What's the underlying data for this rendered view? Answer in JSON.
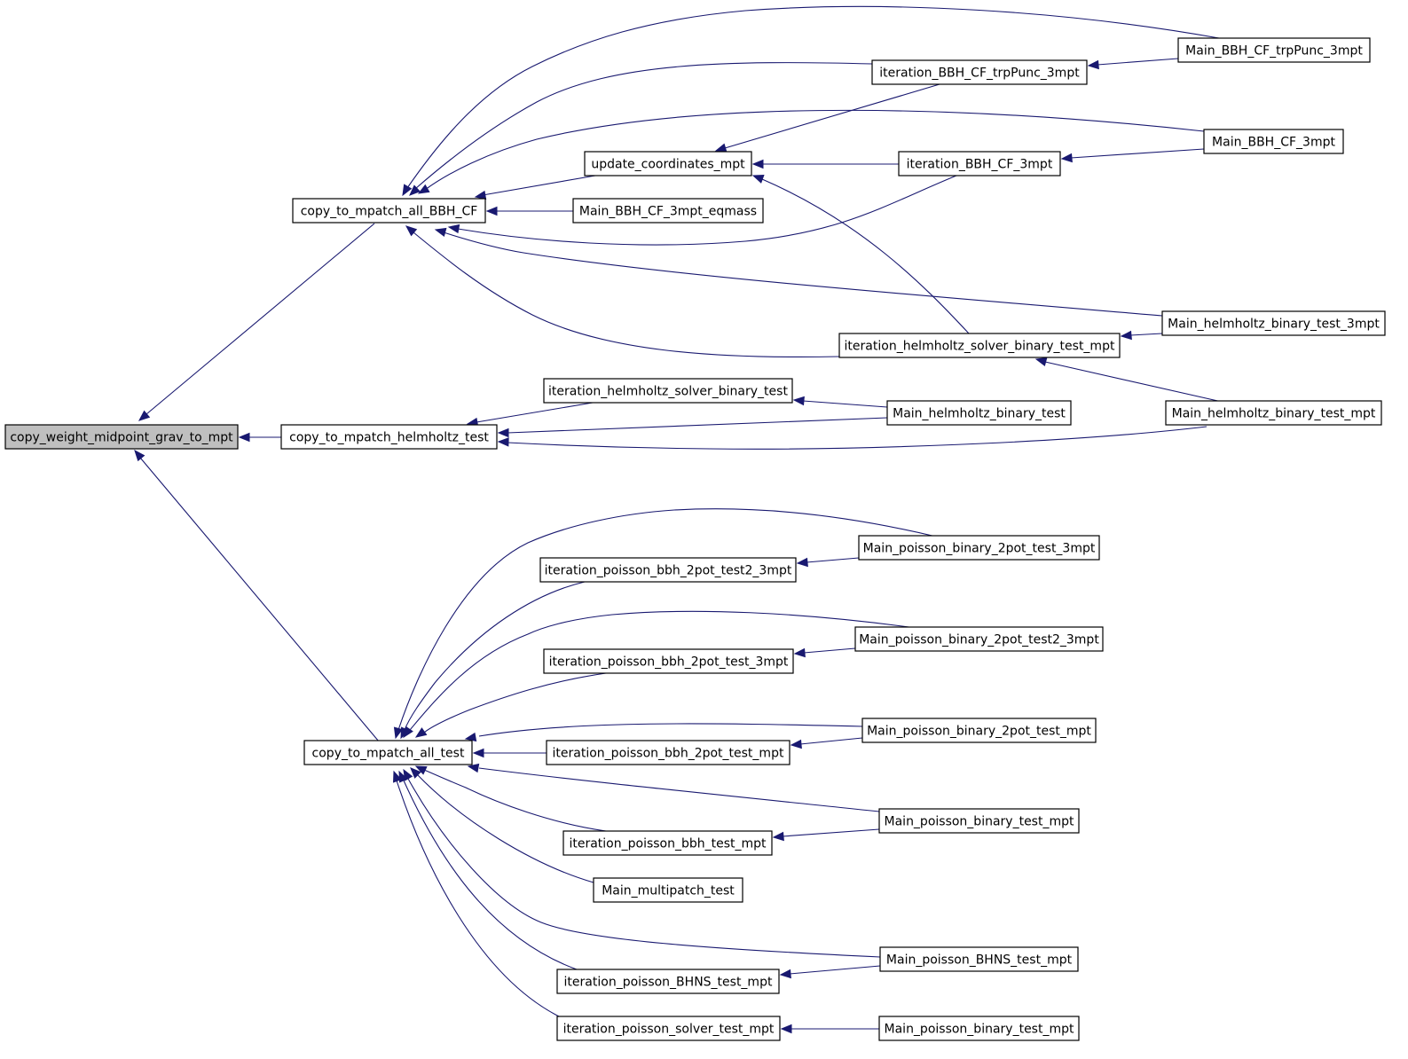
{
  "colors": {
    "edge": "#191970",
    "root_fill": "#bfbfbf",
    "node_fill": "#ffffff",
    "node_border": "#000000"
  },
  "nodes": {
    "root": "copy_weight_midpoint_grav_to_mpt",
    "bbh_cf": "copy_to_mpatch_all_BBH_CF",
    "helm_test": "copy_to_mpatch_helmholtz_test",
    "all_test": "copy_to_mpatch_all_test",
    "update_coords": "update_coordinates_mpt",
    "main_bbh_eqmass": "Main_BBH_CF_3mpt_eqmass",
    "iter_trppunc": "iteration_BBH_CF_trpPunc_3mpt",
    "iter_bbh3": "iteration_BBH_CF_3mpt",
    "iter_helm_mpt": "iteration_helmholtz_solver_binary_test_mpt",
    "main_trppunc": "Main_BBH_CF_trpPunc_3mpt",
    "main_bbh3": "Main_BBH_CF_3mpt",
    "main_helm3": "Main_helmholtz_binary_test_3mpt",
    "main_helm_mpt": "Main_helmholtz_binary_test_mpt",
    "iter_helm": "iteration_helmholtz_solver_binary_test",
    "main_helm": "Main_helmholtz_binary_test",
    "iter_p_2pot2": "iteration_poisson_bbh_2pot_test2_3mpt",
    "iter_p_2pot3": "iteration_poisson_bbh_2pot_test_3mpt",
    "iter_p_2potm": "iteration_poisson_bbh_2pot_test_mpt",
    "iter_p_bbh": "iteration_poisson_bbh_test_mpt",
    "main_multi": "Main_multipatch_test",
    "iter_p_bhns": "iteration_poisson_BHNS_test_mpt",
    "iter_p_solver": "iteration_poisson_solver_test_mpt",
    "main_p_2pot3": "Main_poisson_binary_2pot_test_3mpt",
    "main_p_2pot2": "Main_poisson_binary_2pot_test2_3mpt",
    "main_p_2potm": "Main_poisson_binary_2pot_test_mpt",
    "main_p_bin": "Main_poisson_binary_test_mpt",
    "main_p_bhns": "Main_poisson_BHNS_test_mpt",
    "main_p_bin2": "Main_poisson_binary_test_mpt"
  },
  "edges": [
    [
      "root",
      "bbh_cf"
    ],
    [
      "root",
      "helm_test"
    ],
    [
      "root",
      "all_test"
    ],
    [
      "bbh_cf",
      "update_coords"
    ],
    [
      "bbh_cf",
      "main_bbh_eqmass"
    ],
    [
      "bbh_cf",
      "iter_trppunc"
    ],
    [
      "bbh_cf",
      "iter_bbh3"
    ],
    [
      "bbh_cf",
      "iter_helm_mpt"
    ],
    [
      "bbh_cf",
      "main_trppunc"
    ],
    [
      "bbh_cf",
      "main_bbh3"
    ],
    [
      "bbh_cf",
      "main_helm3"
    ],
    [
      "update_coords",
      "iter_trppunc"
    ],
    [
      "update_coords",
      "iter_bbh3"
    ],
    [
      "update_coords",
      "iter_helm_mpt"
    ],
    [
      "iter_trppunc",
      "main_trppunc"
    ],
    [
      "iter_bbh3",
      "main_bbh3"
    ],
    [
      "iter_helm_mpt",
      "main_helm3"
    ],
    [
      "iter_helm_mpt",
      "main_helm_mpt"
    ],
    [
      "helm_test",
      "iter_helm"
    ],
    [
      "helm_test",
      "main_helm"
    ],
    [
      "helm_test",
      "main_helm_mpt"
    ],
    [
      "iter_helm",
      "main_helm"
    ],
    [
      "all_test",
      "iter_p_2pot2"
    ],
    [
      "all_test",
      "iter_p_2pot3"
    ],
    [
      "all_test",
      "iter_p_2potm"
    ],
    [
      "all_test",
      "iter_p_bbh"
    ],
    [
      "all_test",
      "main_multi"
    ],
    [
      "all_test",
      "iter_p_bhns"
    ],
    [
      "all_test",
      "iter_p_solver"
    ],
    [
      "all_test",
      "main_p_2pot3"
    ],
    [
      "all_test",
      "main_p_2pot2"
    ],
    [
      "all_test",
      "main_p_2potm"
    ],
    [
      "all_test",
      "main_p_bin"
    ],
    [
      "all_test",
      "main_p_bhns"
    ],
    [
      "iter_p_2pot2",
      "main_p_2pot3"
    ],
    [
      "iter_p_2pot3",
      "main_p_2pot2"
    ],
    [
      "iter_p_2potm",
      "main_p_2potm"
    ],
    [
      "iter_p_bbh",
      "main_p_bin"
    ],
    [
      "iter_p_bhns",
      "main_p_bhns"
    ],
    [
      "iter_p_solver",
      "main_p_bin2"
    ]
  ]
}
